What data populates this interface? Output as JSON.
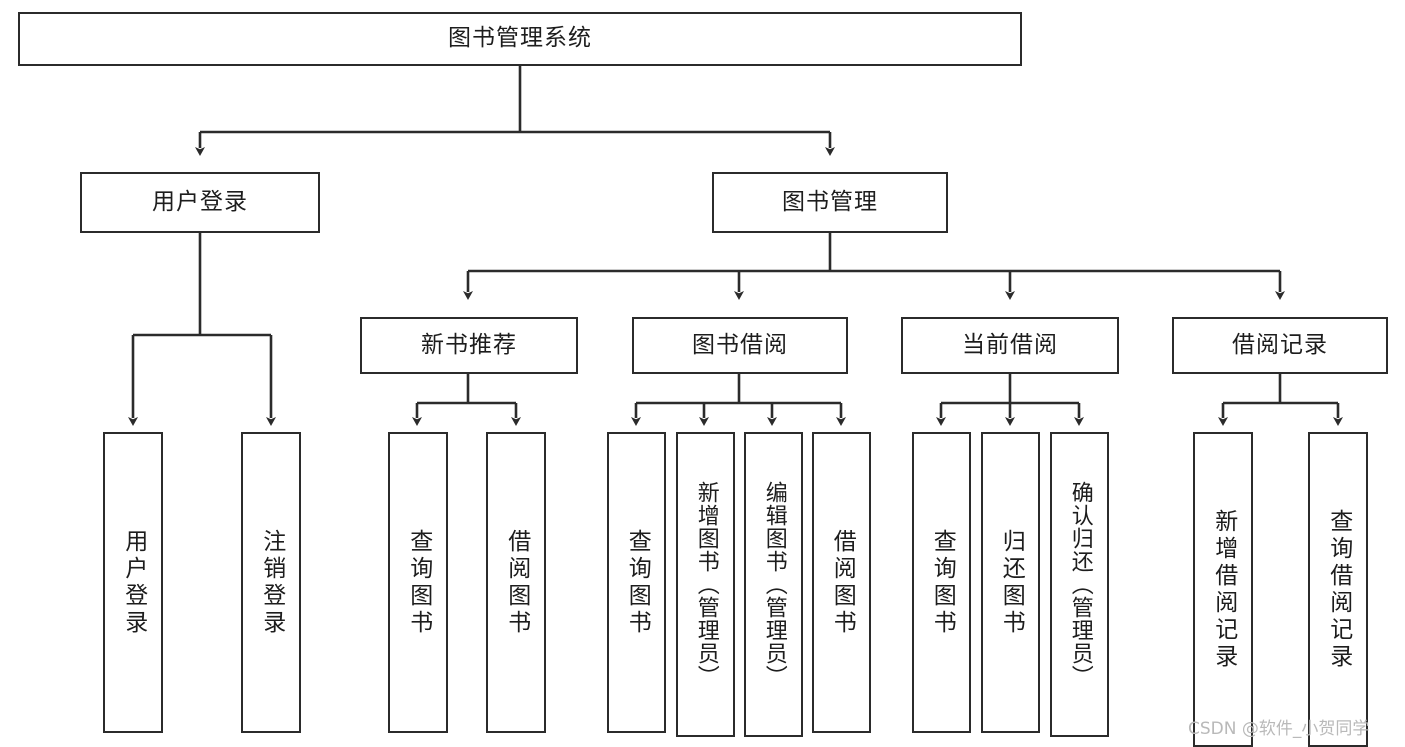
{
  "diagram": {
    "kind": "function-structure-tree",
    "title": "图书管理系统",
    "colors": {
      "stroke": "#2b2b2b",
      "fill": "#ffffff",
      "text": "#1d1d1d",
      "watermark": "#b9b9b9",
      "background": "#ffffff"
    },
    "root": {
      "label": "图书管理系统"
    },
    "level2": [
      {
        "label": "用户登录"
      },
      {
        "label": "图书管理"
      }
    ],
    "level3": [
      {
        "label": "新书推荐"
      },
      {
        "label": "图书借阅"
      },
      {
        "label": "当前借阅"
      },
      {
        "label": "借阅记录"
      }
    ],
    "leaves": {
      "user_login": [
        {
          "label": "用户登录"
        },
        {
          "label": "注销登录"
        }
      ],
      "new_book_recommend": [
        {
          "label": "查询图书"
        },
        {
          "label": "借阅图书"
        }
      ],
      "book_borrow": [
        {
          "label": "查询图书"
        },
        {
          "label": "新增图书（管理员）"
        },
        {
          "label": "编辑图书（管理员）"
        },
        {
          "label": "借阅图书"
        }
      ],
      "current_borrow": [
        {
          "label": "查询图书"
        },
        {
          "label": "归还图书"
        },
        {
          "label": "确认归还（管理员）"
        }
      ],
      "borrow_record": [
        {
          "label": "新增借阅记录"
        },
        {
          "label": "查询借阅记录"
        }
      ]
    },
    "watermark": {
      "text": "CSDN @软件_小贺同学"
    }
  }
}
